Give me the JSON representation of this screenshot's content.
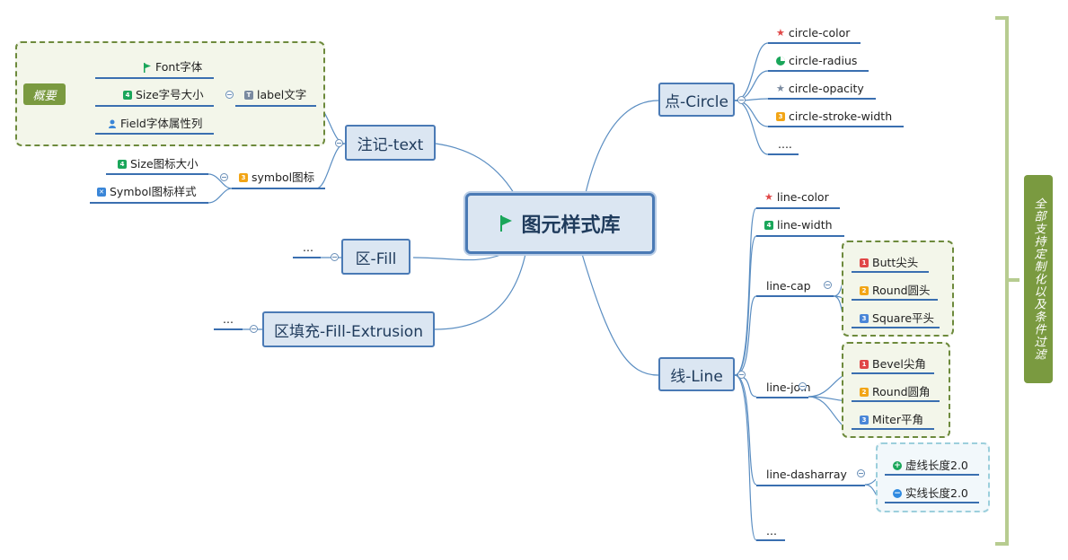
{
  "root": {
    "title": "图元样式库"
  },
  "text_branch": {
    "title": "注记-text",
    "label_group": {
      "title": "label文字",
      "items": [
        "Font字体",
        "Size字号大小",
        "Field字体属性列"
      ],
      "summary": "概要"
    },
    "symbol_group": {
      "title": "symbol图标",
      "items": [
        "Size图标大小",
        "Symbol图标样式"
      ]
    }
  },
  "fill_branch": {
    "title": "区-Fill",
    "child": "..."
  },
  "extrusion_branch": {
    "title": "区填充-Fill-Extrusion",
    "child": "..."
  },
  "circle_branch": {
    "title": "点-Circle",
    "items": [
      "circle-color",
      "circle-radius",
      "circle-opacity",
      "circle-stroke-width",
      "...."
    ]
  },
  "line_branch": {
    "title": "线-Line",
    "color": "line-color",
    "width": "line-width",
    "cap": {
      "title": "line-cap",
      "items": [
        "Butt尖头",
        "Round圆头",
        "Square平头"
      ]
    },
    "join": {
      "title": "line-join",
      "items": [
        "Bevel尖角",
        "Round圆角",
        "Miter平角"
      ]
    },
    "dash": {
      "title": "line-dasharray",
      "items": [
        "虚线长度2.0",
        "实线长度2.0"
      ]
    },
    "more": "..."
  },
  "side_summary": "全部支持定制化以及条件过滤",
  "icons": {
    "flag": "flag-icon",
    "star": "star-icon",
    "pie": "pie-icon",
    "num": "number-badge-icon",
    "person": "person-icon",
    "text": "text-icon",
    "plus": "plus-icon",
    "minus": "minus-icon"
  },
  "colors": {
    "node_fill": "#dbe6f2",
    "node_border": "#4a7ab5",
    "link": "#5b8ec2",
    "summary": "#7a9a40",
    "green_flag": "#1aa65a",
    "red": "#e04747",
    "orange": "#f2a516",
    "blue": "#4a86d8"
  }
}
